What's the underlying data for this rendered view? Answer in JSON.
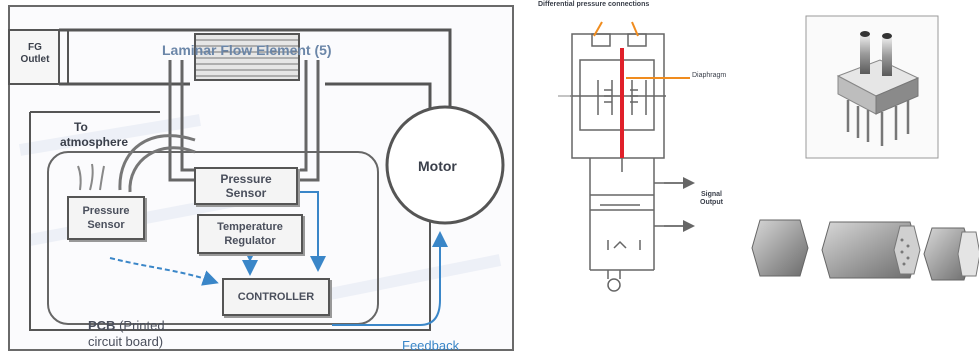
{
  "left_diagram": {
    "fg_outlet": [
      "FG",
      "Outlet"
    ],
    "laminar_flow_element": "Laminar Flow Element (5)",
    "to_atmosphere": [
      "To",
      "atmosphere"
    ],
    "pressure_sensor_upper": [
      "Pressure",
      "Sensor"
    ],
    "pressure_sensor_left": [
      "Pressure",
      "Sensor"
    ],
    "temperature_regulator": [
      "Temperature",
      "Regulator"
    ],
    "controller": "CONTROLLER",
    "motor": "Motor",
    "pcb_bold": "PCB",
    "pcb_rest_1": " (Printed",
    "pcb_rest_2": "circuit board)",
    "feedback": "Feedback",
    "colors": {
      "flow_arrow": "#3a86c8",
      "label_text": "#4a4f5c",
      "outline": "#555555"
    }
  },
  "right_diagram": {
    "title": "Differential pressure connections",
    "diaphragm": "Diaphragm",
    "signal_output": [
      "Signal",
      "Output"
    ],
    "colors": {
      "pointer": "#f08c1e",
      "diaphragm": "#e0202a"
    }
  }
}
